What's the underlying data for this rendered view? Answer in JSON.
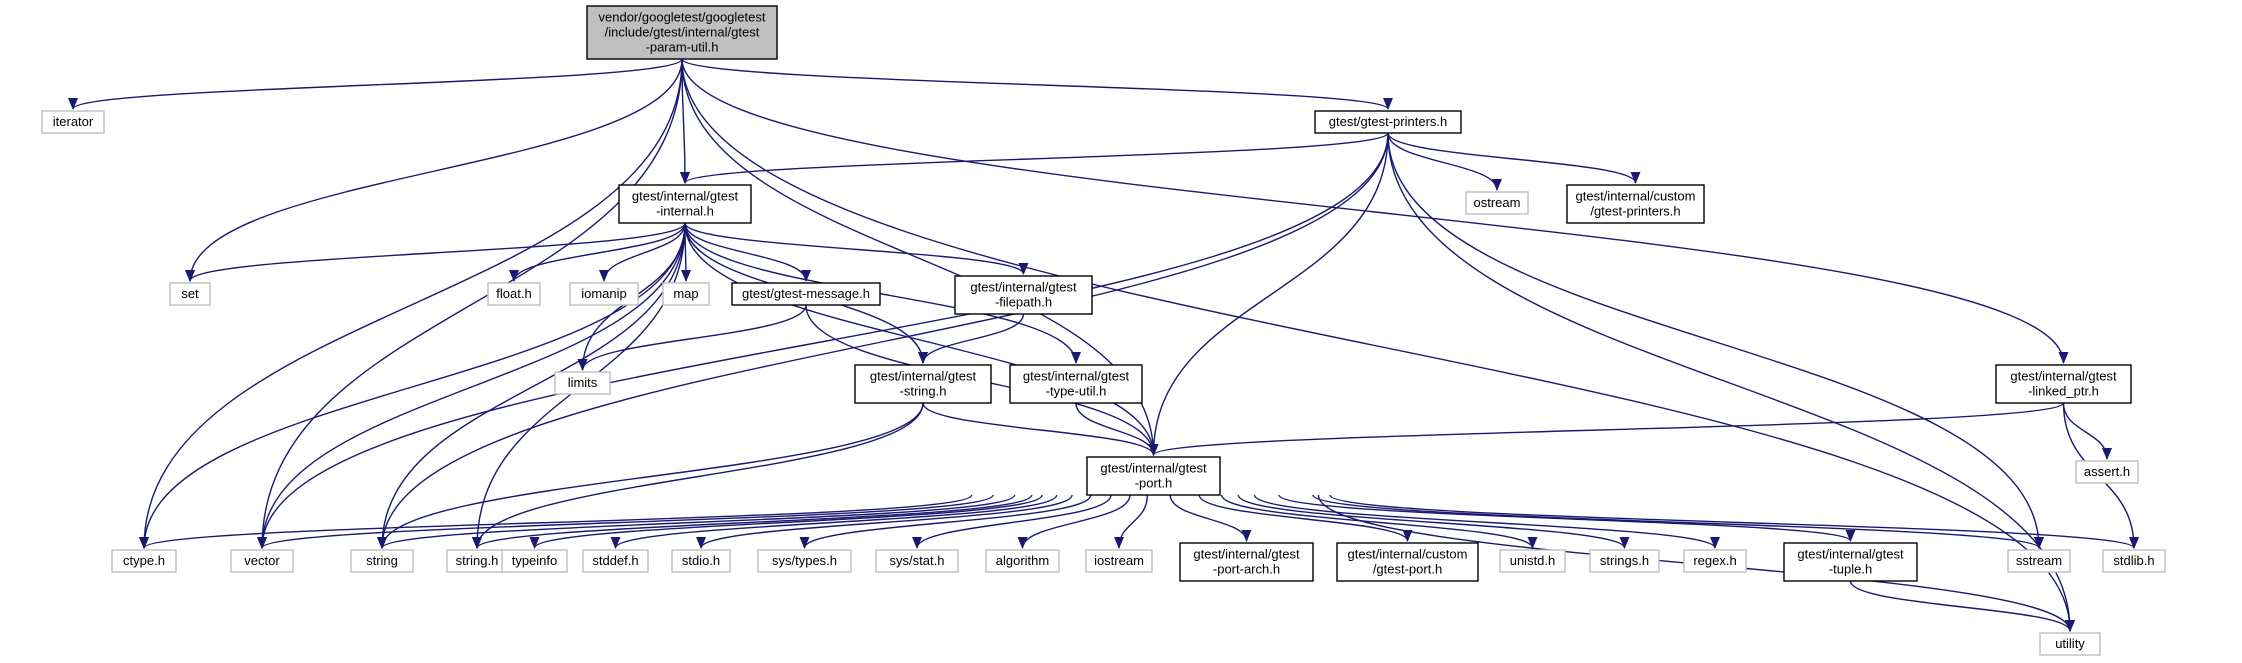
{
  "colors": {
    "edge": "#191970",
    "root_fill": "#bfbfbf",
    "root_border": "#000000",
    "documented_border": "#000000",
    "external_border": "#bfbfbf",
    "text_external": "#7f7f7f",
    "text_default": "#000000"
  },
  "nodes": [
    {
      "id": "root",
      "kind": "root",
      "lines": [
        "vendor/googletest/googletest",
        "/include/gtest/internal/gtest",
        "-param-util.h"
      ]
    },
    {
      "id": "iterator",
      "kind": "external",
      "lines": [
        "iterator"
      ]
    },
    {
      "id": "printers",
      "kind": "documented",
      "lines": [
        "gtest/gtest-printers.h"
      ]
    },
    {
      "id": "internal",
      "kind": "documented",
      "lines": [
        "gtest/internal/gtest",
        "-internal.h"
      ]
    },
    {
      "id": "ostream",
      "kind": "external",
      "lines": [
        "ostream"
      ]
    },
    {
      "id": "custom_printers",
      "kind": "documented",
      "lines": [
        "gtest/internal/custom",
        "/gtest-printers.h"
      ]
    },
    {
      "id": "set",
      "kind": "external",
      "lines": [
        "set"
      ]
    },
    {
      "id": "float",
      "kind": "external",
      "lines": [
        "float.h"
      ]
    },
    {
      "id": "iomanip",
      "kind": "external",
      "lines": [
        "iomanip"
      ]
    },
    {
      "id": "map",
      "kind": "external",
      "lines": [
        "map"
      ]
    },
    {
      "id": "message",
      "kind": "documented",
      "lines": [
        "gtest/gtest-message.h"
      ]
    },
    {
      "id": "filepath",
      "kind": "documented",
      "lines": [
        "gtest/internal/gtest",
        "-filepath.h"
      ]
    },
    {
      "id": "limits",
      "kind": "external",
      "lines": [
        "limits"
      ]
    },
    {
      "id": "string_h",
      "kind": "documented",
      "lines": [
        "gtest/internal/gtest",
        "-string.h"
      ]
    },
    {
      "id": "type_util",
      "kind": "documented",
      "lines": [
        "gtest/internal/gtest",
        "-type-util.h"
      ]
    },
    {
      "id": "linked_ptr",
      "kind": "documented",
      "lines": [
        "gtest/internal/gtest",
        "-linked_ptr.h"
      ]
    },
    {
      "id": "assert",
      "kind": "external",
      "lines": [
        "assert.h"
      ]
    },
    {
      "id": "port",
      "kind": "documented",
      "lines": [
        "gtest/internal/gtest",
        "-port.h"
      ]
    },
    {
      "id": "ctype",
      "kind": "external",
      "lines": [
        "ctype.h"
      ]
    },
    {
      "id": "vector",
      "kind": "external",
      "lines": [
        "vector"
      ]
    },
    {
      "id": "string",
      "kind": "external",
      "lines": [
        "string"
      ]
    },
    {
      "id": "cstring",
      "kind": "external",
      "lines": [
        "string.h"
      ]
    },
    {
      "id": "typeinfo",
      "kind": "external",
      "lines": [
        "typeinfo"
      ]
    },
    {
      "id": "stddef",
      "kind": "external",
      "lines": [
        "stddef.h"
      ]
    },
    {
      "id": "stdio",
      "kind": "external",
      "lines": [
        "stdio.h"
      ]
    },
    {
      "id": "systypes",
      "kind": "external",
      "lines": [
        "sys/types.h"
      ]
    },
    {
      "id": "sysstat",
      "kind": "external",
      "lines": [
        "sys/stat.h"
      ]
    },
    {
      "id": "algorithm",
      "kind": "external",
      "lines": [
        "algorithm"
      ]
    },
    {
      "id": "iostream",
      "kind": "external",
      "lines": [
        "iostream"
      ]
    },
    {
      "id": "port_arch",
      "kind": "documented",
      "lines": [
        "gtest/internal/gtest",
        "-port-arch.h"
      ]
    },
    {
      "id": "custom_port",
      "kind": "documented",
      "lines": [
        "gtest/internal/custom",
        "/gtest-port.h"
      ]
    },
    {
      "id": "unistd",
      "kind": "external",
      "lines": [
        "unistd.h"
      ]
    },
    {
      "id": "strings",
      "kind": "external",
      "lines": [
        "strings.h"
      ]
    },
    {
      "id": "regex",
      "kind": "external",
      "lines": [
        "regex.h"
      ]
    },
    {
      "id": "tuple",
      "kind": "documented",
      "lines": [
        "gtest/internal/gtest",
        "-tuple.h"
      ]
    },
    {
      "id": "sstream",
      "kind": "external",
      "lines": [
        "sstream"
      ]
    },
    {
      "id": "stdlib",
      "kind": "external",
      "lines": [
        "stdlib.h"
      ]
    },
    {
      "id": "utility",
      "kind": "external",
      "lines": [
        "utility"
      ]
    }
  ],
  "edges": [
    {
      "from": "root",
      "to": "iterator"
    },
    {
      "from": "root",
      "to": "printers"
    },
    {
      "from": "root",
      "to": "internal"
    },
    {
      "from": "root",
      "to": "set"
    },
    {
      "from": "root",
      "to": "ctype"
    },
    {
      "from": "root",
      "to": "vector"
    },
    {
      "from": "root",
      "to": "utility"
    },
    {
      "from": "root",
      "to": "linked_ptr"
    },
    {
      "from": "root",
      "to": "port"
    },
    {
      "from": "printers",
      "to": "internal"
    },
    {
      "from": "printers",
      "to": "ostream"
    },
    {
      "from": "printers",
      "to": "custom_printers"
    },
    {
      "from": "printers",
      "to": "sstream"
    },
    {
      "from": "printers",
      "to": "utility"
    },
    {
      "from": "printers",
      "to": "vector"
    },
    {
      "from": "printers",
      "to": "string"
    },
    {
      "from": "printers",
      "to": "port"
    },
    {
      "from": "internal",
      "to": "set"
    },
    {
      "from": "internal",
      "to": "float"
    },
    {
      "from": "internal",
      "to": "iomanip"
    },
    {
      "from": "internal",
      "to": "map"
    },
    {
      "from": "internal",
      "to": "message"
    },
    {
      "from": "internal",
      "to": "filepath"
    },
    {
      "from": "internal",
      "to": "limits"
    },
    {
      "from": "internal",
      "to": "string_h"
    },
    {
      "from": "internal",
      "to": "type_util"
    },
    {
      "from": "internal",
      "to": "port"
    },
    {
      "from": "internal",
      "to": "ctype"
    },
    {
      "from": "internal",
      "to": "vector"
    },
    {
      "from": "internal",
      "to": "string"
    },
    {
      "from": "internal",
      "to": "cstring"
    },
    {
      "from": "message",
      "to": "limits"
    },
    {
      "from": "message",
      "to": "port"
    },
    {
      "from": "filepath",
      "to": "string_h"
    },
    {
      "from": "string_h",
      "to": "port"
    },
    {
      "from": "string_h",
      "to": "string"
    },
    {
      "from": "string_h",
      "to": "cstring"
    },
    {
      "from": "type_util",
      "to": "port"
    },
    {
      "from": "linked_ptr",
      "to": "port"
    },
    {
      "from": "linked_ptr",
      "to": "assert"
    },
    {
      "from": "linked_ptr",
      "to": "stdlib"
    },
    {
      "from": "port",
      "to": "ctype"
    },
    {
      "from": "port",
      "to": "vector"
    },
    {
      "from": "port",
      "to": "string"
    },
    {
      "from": "port",
      "to": "cstring"
    },
    {
      "from": "port",
      "to": "typeinfo"
    },
    {
      "from": "port",
      "to": "stddef"
    },
    {
      "from": "port",
      "to": "stdio"
    },
    {
      "from": "port",
      "to": "systypes"
    },
    {
      "from": "port",
      "to": "sysstat"
    },
    {
      "from": "port",
      "to": "algorithm"
    },
    {
      "from": "port",
      "to": "iostream"
    },
    {
      "from": "port",
      "to": "port_arch"
    },
    {
      "from": "port",
      "to": "custom_port"
    },
    {
      "from": "port",
      "to": "unistd"
    },
    {
      "from": "port",
      "to": "strings"
    },
    {
      "from": "port",
      "to": "regex"
    },
    {
      "from": "port",
      "to": "tuple"
    },
    {
      "from": "port",
      "to": "sstream"
    },
    {
      "from": "port",
      "to": "stdlib"
    },
    {
      "from": "port",
      "to": "utility"
    },
    {
      "from": "tuple",
      "to": "utility"
    }
  ]
}
